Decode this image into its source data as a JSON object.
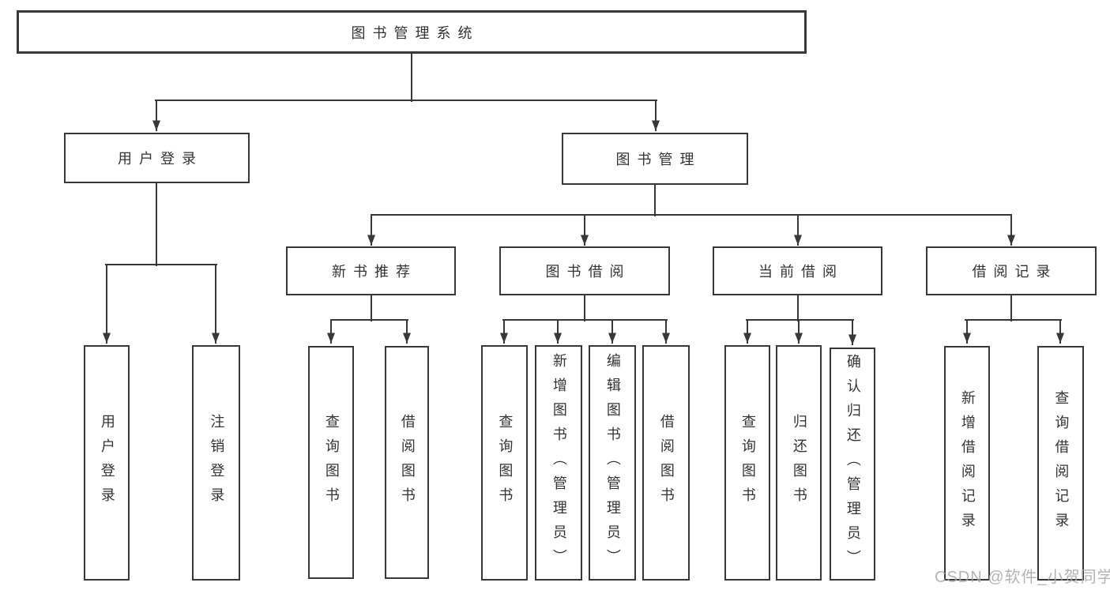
{
  "diagram": {
    "root": {
      "label": "图书管理系统"
    },
    "level2": [
      {
        "label": "用户登录"
      },
      {
        "label": "图书管理"
      }
    ],
    "level3": [
      {
        "label": "新书推荐"
      },
      {
        "label": "图书借阅"
      },
      {
        "label": "当前借阅"
      },
      {
        "label": "借阅记录"
      }
    ],
    "leaves": {
      "user_login": [
        {
          "label": "用户登录"
        },
        {
          "label": "注销登录"
        }
      ],
      "new_book": [
        {
          "label": "查询图书"
        },
        {
          "label": "借阅图书"
        }
      ],
      "book_borrow": [
        {
          "label": "查询图书"
        },
        {
          "label": "新增图书（管理员）"
        },
        {
          "label": "编辑图书（管理员）"
        },
        {
          "label": "借阅图书"
        }
      ],
      "current_borrow": [
        {
          "label": "查询图书"
        },
        {
          "label": "归还图书"
        },
        {
          "label": "确认归还（管理员）"
        }
      ],
      "borrow_records": [
        {
          "label": "新增借阅记录"
        },
        {
          "label": "查询借阅记录"
        }
      ]
    },
    "watermark": "CSDN @软件_小贺同学",
    "colors": {
      "line": "#383838",
      "text": "#333333",
      "watermark": "#a9a9a9",
      "background": "#ffffff"
    }
  }
}
